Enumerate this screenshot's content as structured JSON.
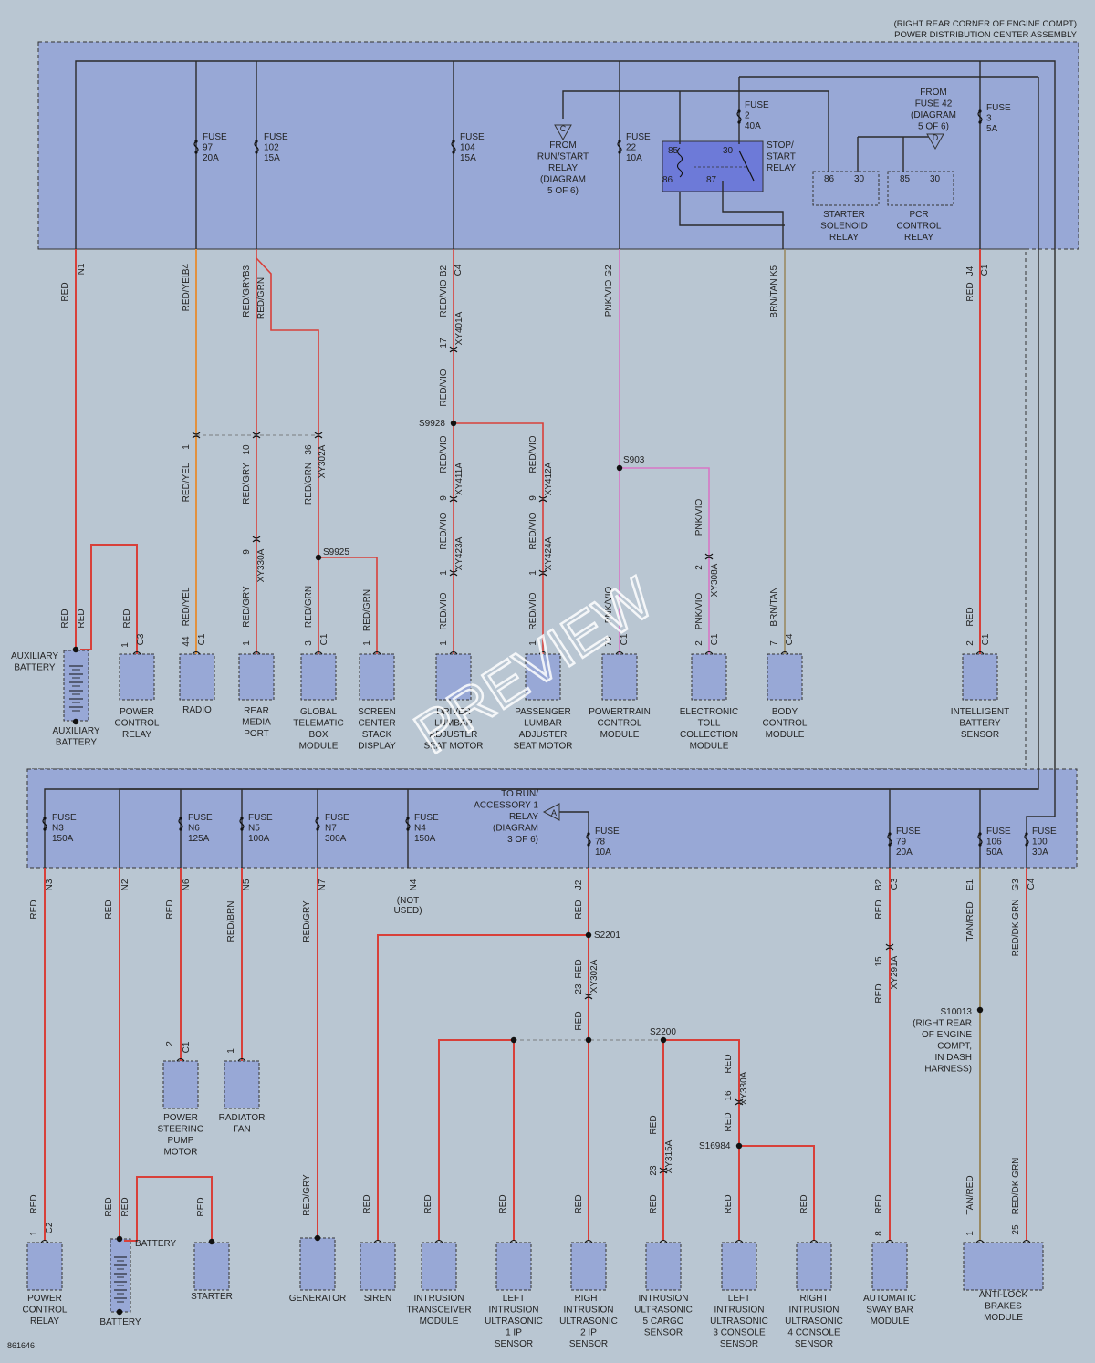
{
  "header": {
    "location": "(RIGHT REAR CORNER OF ENGINE COMPT)",
    "assembly": "POWER DISTRIBUTION CENTER ASSEMBLY"
  },
  "figure_id": "861646",
  "watermark": "PREVIEW",
  "colors": {
    "background": "#b9c6d2",
    "pdc_fill": "#98a8d6",
    "red": "#d8403a",
    "orange": "#e2913e",
    "pink": "#d777c6",
    "brown_tan": "#9a8a62",
    "wire_black": "#2b2b2b"
  },
  "fuses": [
    {
      "id": "f97",
      "lines": [
        "FUSE",
        "97",
        "20A"
      ]
    },
    {
      "id": "f102",
      "lines": [
        "FUSE",
        "102",
        "15A"
      ]
    },
    {
      "id": "f104",
      "lines": [
        "FUSE",
        "104",
        "15A"
      ]
    },
    {
      "id": "f22",
      "lines": [
        "FUSE",
        "22",
        "10A"
      ]
    },
    {
      "id": "f2",
      "lines": [
        "FUSE",
        "2",
        "40A"
      ]
    },
    {
      "id": "f3",
      "lines": [
        "FUSE",
        "3",
        "5A"
      ]
    },
    {
      "id": "fn3",
      "lines": [
        "FUSE",
        "N3",
        "150A"
      ]
    },
    {
      "id": "fn6",
      "lines": [
        "FUSE",
        "N6",
        "125A"
      ]
    },
    {
      "id": "fn5",
      "lines": [
        "FUSE",
        "N5",
        "100A"
      ]
    },
    {
      "id": "fn7",
      "lines": [
        "FUSE",
        "N7",
        "300A"
      ]
    },
    {
      "id": "fn4",
      "lines": [
        "FUSE",
        "N4",
        "150A"
      ]
    },
    {
      "id": "f78",
      "lines": [
        "FUSE",
        "78",
        "10A"
      ]
    },
    {
      "id": "f79",
      "lines": [
        "FUSE",
        "79",
        "20A"
      ]
    },
    {
      "id": "f106",
      "lines": [
        "FUSE",
        "106",
        "50A"
      ]
    },
    {
      "id": "f100",
      "lines": [
        "FUSE",
        "100",
        "30A"
      ]
    }
  ],
  "relays": [
    {
      "id": "stopstart",
      "lines": [
        "STOP/",
        "START",
        "RELAY"
      ],
      "pins": [
        "85",
        "30",
        "86",
        "87"
      ]
    },
    {
      "id": "starter",
      "lines": [
        "STARTER",
        "SOLENOID",
        "RELAY"
      ],
      "pins": [
        "86",
        "30"
      ]
    },
    {
      "id": "pcr",
      "lines": [
        "PCR",
        "CONTROL",
        "RELAY"
      ],
      "pins": [
        "85",
        "30"
      ]
    }
  ],
  "refs": [
    {
      "id": "refC",
      "letter": "C",
      "lines": [
        "FROM",
        "RUN/START",
        "RELAY",
        "(DIAGRAM",
        "5 OF 6)"
      ]
    },
    {
      "id": "refD",
      "letter": "D",
      "lines": [
        "FROM",
        "FUSE 42",
        "(DIAGRAM",
        "5 OF 6)"
      ]
    },
    {
      "id": "refA",
      "letter": "A",
      "lines": [
        "TO RUN/",
        "ACCESSORY 1",
        "RELAY",
        "(DIAGRAM",
        "3 OF 6)"
      ]
    }
  ],
  "splices": [
    {
      "id": "s9928",
      "label": "S9928"
    },
    {
      "id": "s903",
      "label": "S903"
    },
    {
      "id": "s9925",
      "label": "S9925"
    },
    {
      "id": "s2201",
      "label": "S2201"
    },
    {
      "id": "s2200",
      "label": "S2200"
    },
    {
      "id": "s16984",
      "label": "S16984"
    },
    {
      "id": "s10013",
      "lines": [
        "S10013",
        "(RIGHT REAR",
        "OF ENGINE",
        "COMPT,",
        "IN DASH",
        "HARNESS)"
      ]
    }
  ],
  "not_used": [
    "(NOT",
    "USED)"
  ],
  "wire_labels": [
    {
      "id": "w_n1_red",
      "t": "RED"
    },
    {
      "id": "w_n1",
      "t": "N1"
    },
    {
      "id": "w_b4_ry",
      "t": "RED/YEL"
    },
    {
      "id": "w_b4",
      "t": "B4"
    },
    {
      "id": "w_b3_rg",
      "t": "RED/GRY"
    },
    {
      "id": "w_b3",
      "t": "B3"
    },
    {
      "id": "w_b3_rgrn",
      "t": "RED/GRN"
    },
    {
      "id": "w_b2_rv",
      "t": "RED/VIO"
    },
    {
      "id": "w_b2",
      "t": "B2"
    },
    {
      "id": "w_b2c4",
      "t": "C4"
    },
    {
      "id": "w_g2_pv",
      "t": "PNK/VIO"
    },
    {
      "id": "w_g2",
      "t": "G2"
    },
    {
      "id": "w_k5_bt",
      "t": "BRN/TAN"
    },
    {
      "id": "w_k5",
      "t": "K5"
    },
    {
      "id": "w_j4_red",
      "t": "RED"
    },
    {
      "id": "w_j4",
      "t": "J4"
    },
    {
      "id": "w_j4c1",
      "t": "C1"
    },
    {
      "id": "w_17",
      "t": "17"
    },
    {
      "id": "w_xy401a",
      "t": "XY401A"
    },
    {
      "id": "w_rv2",
      "t": "RED/VIO"
    },
    {
      "id": "w_1a",
      "t": "1"
    },
    {
      "id": "w_10a",
      "t": "10"
    },
    {
      "id": "w_36a",
      "t": "36"
    },
    {
      "id": "w_xy302a",
      "t": "XY302A"
    },
    {
      "id": "w_ry2",
      "t": "RED/YEL"
    },
    {
      "id": "w_rg2",
      "t": "RED/GRY"
    },
    {
      "id": "w_rgrn2",
      "t": "RED/GRN"
    },
    {
      "id": "w_rv3",
      "t": "RED/VIO"
    },
    {
      "id": "w_9a",
      "t": "9"
    },
    {
      "id": "w_xy411a",
      "t": "XY411A"
    },
    {
      "id": "w_rv4",
      "t": "RED/VIO"
    },
    {
      "id": "w_9b",
      "t": "9"
    },
    {
      "id": "w_xy412a",
      "t": "XY412A"
    },
    {
      "id": "w_rv5",
      "t": "RED/VIO"
    },
    {
      "id": "w_1b",
      "t": "1"
    },
    {
      "id": "w_xy423a",
      "t": "XY423A"
    },
    {
      "id": "w_rv6",
      "t": "RED/VIO"
    },
    {
      "id": "w_1c",
      "t": "1"
    },
    {
      "id": "w_xy424a",
      "t": "XY424A"
    },
    {
      "id": "w_9c",
      "t": "9"
    },
    {
      "id": "w_xy330a",
      "t": "XY330A"
    },
    {
      "id": "w_pv2",
      "t": "PNK/VIO"
    },
    {
      "id": "w_2a",
      "t": "2"
    },
    {
      "id": "w_xy308a",
      "t": "XY308A"
    },
    {
      "id": "w_red_a",
      "t": "RED"
    },
    {
      "id": "w_red_b",
      "t": "RED"
    },
    {
      "id": "w_red_c",
      "t": "RED"
    },
    {
      "id": "w_ry3",
      "t": "RED/YEL"
    },
    {
      "id": "w_rg3",
      "t": "RED/GRY"
    },
    {
      "id": "w_rgrn3",
      "t": "RED/GRN"
    },
    {
      "id": "w_rgrn4",
      "t": "RED/GRN"
    },
    {
      "id": "w_rv7",
      "t": "RED/VIO"
    },
    {
      "id": "w_rv8",
      "t": "RED/VIO"
    },
    {
      "id": "w_pv3",
      "t": "PNK/VIO"
    },
    {
      "id": "w_pv4",
      "t": "PNK/VIO"
    },
    {
      "id": "w_bt2",
      "t": "BRN/TAN"
    },
    {
      "id": "w_red_d",
      "t": "RED"
    },
    {
      "id": "w_n3_red",
      "t": "RED"
    },
    {
      "id": "w_n3",
      "t": "N3"
    },
    {
      "id": "w_n2_red",
      "t": "RED"
    },
    {
      "id": "w_n2",
      "t": "N2"
    },
    {
      "id": "w_n6_red",
      "t": "RED"
    },
    {
      "id": "w_n6",
      "t": "N6"
    },
    {
      "id": "w_n5_rb",
      "t": "RED/BRN"
    },
    {
      "id": "w_n5",
      "t": "N5"
    },
    {
      "id": "w_n7_rg",
      "t": "RED/GRY"
    },
    {
      "id": "w_n7",
      "t": "N7"
    },
    {
      "id": "w_n4",
      "t": "N4"
    },
    {
      "id": "w_j2_red",
      "t": "RED"
    },
    {
      "id": "w_j2",
      "t": "J2"
    },
    {
      "id": "w_b2b_red",
      "t": "RED"
    },
    {
      "id": "w_b2b",
      "t": "B2"
    },
    {
      "id": "w_b2c3",
      "t": "C3"
    },
    {
      "id": "w_e1_tr",
      "t": "TAN/RED"
    },
    {
      "id": "w_e1",
      "t": "E1"
    },
    {
      "id": "w_g3_rd",
      "t": "RED/DK GRN"
    },
    {
      "id": "w_g3",
      "t": "G3"
    },
    {
      "id": "w_g3c4",
      "t": "C4"
    },
    {
      "id": "w_red_e",
      "t": "RED"
    },
    {
      "id": "w_23a",
      "t": "23"
    },
    {
      "id": "w_xy302a2",
      "t": "XY302A"
    },
    {
      "id": "w_red_f",
      "t": "RED"
    },
    {
      "id": "w_15",
      "t": "15"
    },
    {
      "id": "w_xy291a",
      "t": "XY291A"
    },
    {
      "id": "w_red_g",
      "t": "RED"
    },
    {
      "id": "w_red_h",
      "t": "RED"
    },
    {
      "id": "w_16",
      "t": "16"
    },
    {
      "id": "w_xy330a2",
      "t": "XY330A"
    },
    {
      "id": "w_red_i",
      "t": "RED"
    },
    {
      "id": "w_red_j",
      "t": "RED"
    },
    {
      "id": "w_23b",
      "t": "23"
    },
    {
      "id": "w_xy315a",
      "t": "XY315A"
    },
    {
      "id": "w_b_red1",
      "t": "RED"
    },
    {
      "id": "w_b_red2",
      "t": "RED"
    },
    {
      "id": "w_b_red3",
      "t": "RED"
    },
    {
      "id": "w_b_red4",
      "t": "RED"
    },
    {
      "id": "w_b_rg",
      "t": "RED/GRY"
    },
    {
      "id": "w_b_red5",
      "t": "RED"
    },
    {
      "id": "w_b_red6",
      "t": "RED"
    },
    {
      "id": "w_b_red7",
      "t": "RED"
    },
    {
      "id": "w_b_red8",
      "t": "RED"
    },
    {
      "id": "w_b_red9",
      "t": "RED"
    },
    {
      "id": "w_b_red10",
      "t": "RED"
    },
    {
      "id": "w_b_red11",
      "t": "RED"
    },
    {
      "id": "w_b_red12",
      "t": "RED"
    },
    {
      "id": "w_b_red13",
      "t": "RED"
    },
    {
      "id": "w_b_tr",
      "t": "TAN/RED"
    },
    {
      "id": "w_b_rdg",
      "t": "RED/DK GRN"
    },
    {
      "id": "w_rb2",
      "t": "RED"
    },
    {
      "id": "w_rb3",
      "t": "RED"
    }
  ],
  "pins": [
    {
      "id": "p_radio",
      "t": "44"
    },
    {
      "id": "p_radio_c",
      "t": "C1"
    },
    {
      "id": "p_rear",
      "t": "1"
    },
    {
      "id": "p_gtbm",
      "t": "3"
    },
    {
      "id": "p_gtbm_c",
      "t": "C1"
    },
    {
      "id": "p_scsd",
      "t": "1"
    },
    {
      "id": "p_dla",
      "t": "1"
    },
    {
      "id": "p_pla",
      "t": "1"
    },
    {
      "id": "p_pcm",
      "t": "70"
    },
    {
      "id": "p_pcm_c",
      "t": "C1"
    },
    {
      "id": "p_etc",
      "t": "2"
    },
    {
      "id": "p_etc_c",
      "t": "C1"
    },
    {
      "id": "p_bcm",
      "t": "7"
    },
    {
      "id": "p_bcm_c",
      "t": "C4"
    },
    {
      "id": "p_ibs",
      "t": "2"
    },
    {
      "id": "p_ibs_c",
      "t": "C1"
    },
    {
      "id": "p_pcr",
      "t": "1"
    },
    {
      "id": "p_pcr_c",
      "t": "C3"
    },
    {
      "id": "p_bpcr",
      "t": "1"
    },
    {
      "id": "p_bpcr_c",
      "t": "C2"
    },
    {
      "id": "p_psp",
      "t": "2"
    },
    {
      "id": "p_psp_c",
      "t": "C1"
    },
    {
      "id": "p_rf",
      "t": "1"
    },
    {
      "id": "p_asb",
      "t": "8"
    },
    {
      "id": "p_abs",
      "t": "1"
    },
    {
      "id": "p_abs2",
      "t": "25"
    }
  ],
  "components": [
    {
      "id": "radio",
      "lines": [
        "RADIO"
      ]
    },
    {
      "id": "rmp",
      "lines": [
        "REAR",
        "MEDIA",
        "PORT"
      ]
    },
    {
      "id": "gtbm",
      "lines": [
        "GLOBAL",
        "TELEMATIC",
        "BOX",
        "MODULE"
      ]
    },
    {
      "id": "scsd",
      "lines": [
        "SCREEN",
        "CENTER",
        "STACK",
        "DISPLAY"
      ]
    },
    {
      "id": "dla",
      "lines": [
        "DRIVER",
        "LUMBAR",
        "ADJUSTER",
        "SEAT MOTOR"
      ]
    },
    {
      "id": "pla",
      "lines": [
        "PASSENGER",
        "LUMBAR",
        "ADJUSTER",
        "SEAT MOTOR"
      ]
    },
    {
      "id": "pcm",
      "lines": [
        "POWERTRAIN",
        "CONTROL",
        "MODULE"
      ]
    },
    {
      "id": "etc",
      "lines": [
        "ELECTRONIC",
        "TOLL",
        "COLLECTION",
        "MODULE"
      ]
    },
    {
      "id": "bcm",
      "lines": [
        "BODY",
        "CONTROL",
        "MODULE"
      ]
    },
    {
      "id": "ibs",
      "lines": [
        "INTELLIGENT",
        "BATTERY",
        "SENSOR"
      ]
    },
    {
      "id": "pcr1",
      "lines": [
        "POWER",
        "CONTROL",
        "RELAY"
      ]
    },
    {
      "id": "auxbat",
      "lines": [
        "AUXILIARY",
        "BATTERY"
      ]
    },
    {
      "id": "pcr2",
      "lines": [
        "POWER",
        "CONTROL",
        "RELAY"
      ]
    },
    {
      "id": "battery",
      "lines": [
        "BATTERY"
      ]
    },
    {
      "id": "starter",
      "lines": [
        "STARTER"
      ]
    },
    {
      "id": "psp",
      "lines": [
        "POWER",
        "STEERING",
        "PUMP",
        "MOTOR"
      ]
    },
    {
      "id": "rfan",
      "lines": [
        "RADIATOR",
        "FAN"
      ]
    },
    {
      "id": "gen",
      "lines": [
        "GENERATOR"
      ]
    },
    {
      "id": "siren",
      "lines": [
        "SIREN"
      ]
    },
    {
      "id": "itm",
      "lines": [
        "INTRUSION",
        "TRANSCEIVER",
        "MODULE"
      ]
    },
    {
      "id": "lus1",
      "lines": [
        "LEFT",
        "INTRUSION",
        "ULTRASONIC",
        "1 IP",
        "SENSOR"
      ]
    },
    {
      "id": "rus2",
      "lines": [
        "RIGHT",
        "INTRUSION",
        "ULTRASONIC",
        "2 IP",
        "SENSOR"
      ]
    },
    {
      "id": "ius5",
      "lines": [
        "INTRUSION",
        "ULTRASONIC",
        "5 CARGO",
        "SENSOR"
      ]
    },
    {
      "id": "lus3",
      "lines": [
        "LEFT",
        "INTRUSION",
        "ULTRASONIC",
        "3 CONSOLE",
        "SENSOR"
      ]
    },
    {
      "id": "rus4",
      "lines": [
        "RIGHT",
        "INTRUSION",
        "ULTRASONIC",
        "4 CONSOLE",
        "SENSOR"
      ]
    },
    {
      "id": "asbm",
      "lines": [
        "AUTOMATIC",
        "SWAY BAR",
        "MODULE"
      ]
    },
    {
      "id": "abm",
      "lines": [
        "ANTI-LOCK",
        "BRAKES",
        "MODULE"
      ]
    }
  ]
}
